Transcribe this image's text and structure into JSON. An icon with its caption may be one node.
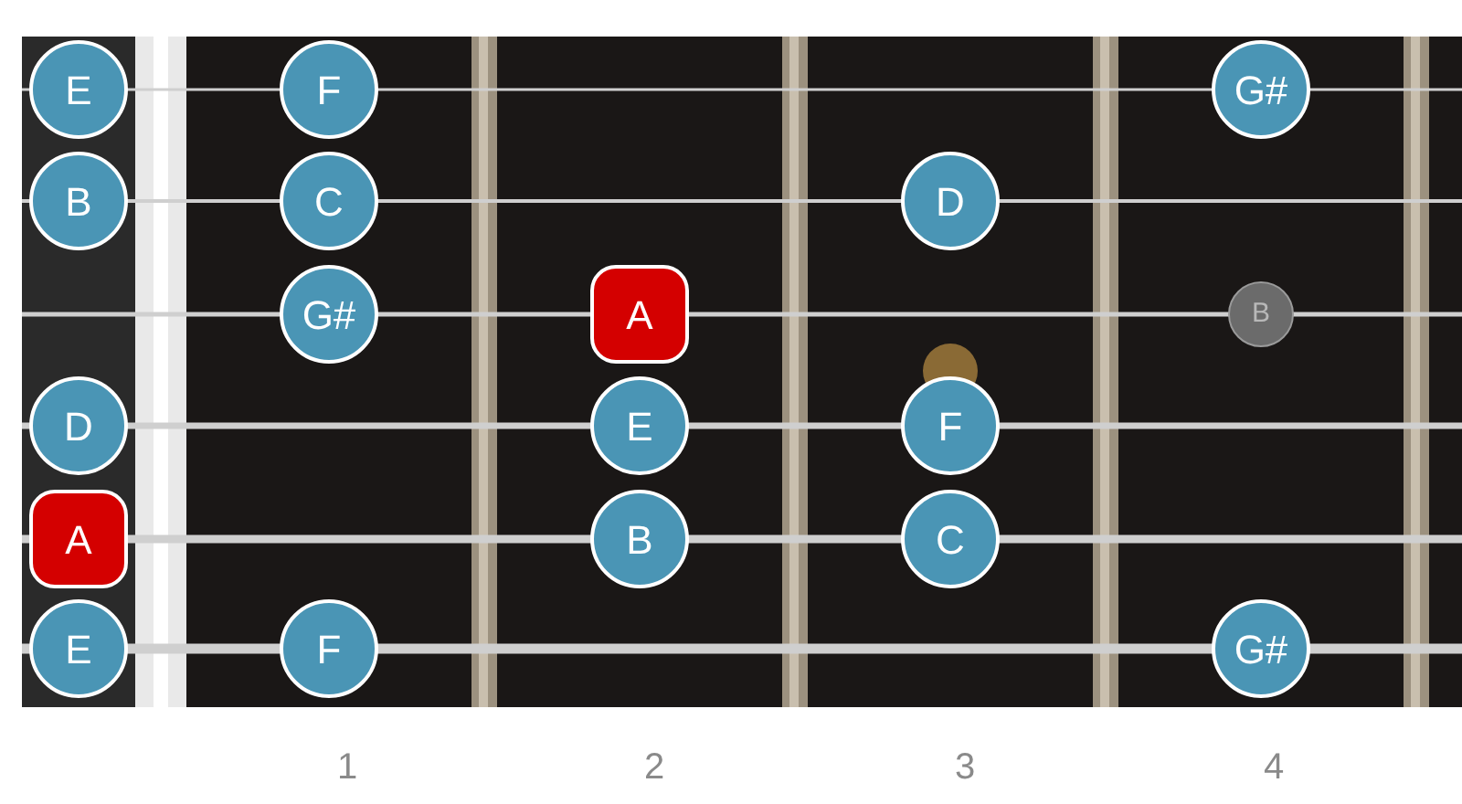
{
  "diagram": {
    "nodes": [
      {
        "text": [
          "E"
        ]
      },
      {
        "text": [
          "F"
        ]
      },
      {
        "text": [
          "G#"
        ]
      },
      {
        "text": [
          "B"
        ]
      },
      {
        "text": [
          "C"
        ]
      },
      {
        "text": [
          "D"
        ]
      },
      {
        "text": [
          "G#"
        ]
      },
      {
        "text": [
          "A"
        ]
      },
      {
        "text": [
          "B"
        ]
      },
      {
        "text": [
          "D"
        ]
      },
      {
        "text": [
          "E"
        ]
      },
      {
        "text": [
          "F"
        ]
      },
      {
        "text": [
          "A"
        ]
      },
      {
        "text": [
          "B"
        ]
      },
      {
        "text": [
          "C"
        ]
      },
      {
        "text": [
          "E"
        ]
      },
      {
        "text": [
          "F"
        ]
      },
      {
        "text": [
          "G#"
        ]
      }
    ],
    "labels": [
      "1",
      "2",
      "3",
      "4"
    ]
  }
}
